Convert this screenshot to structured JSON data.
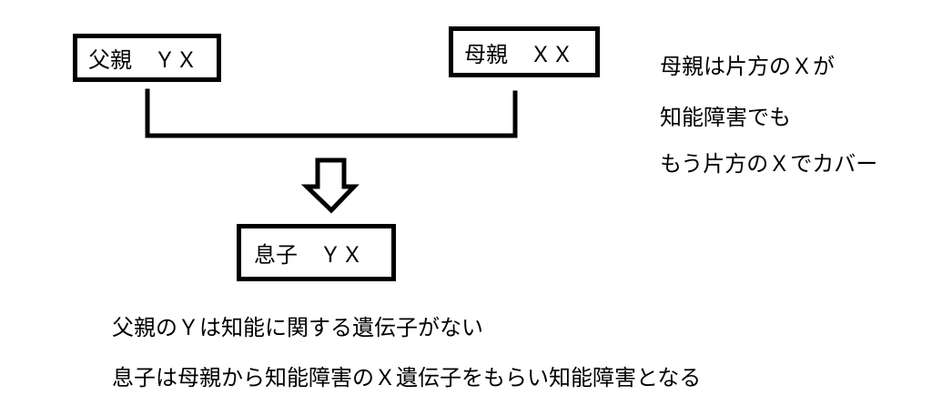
{
  "boxes": {
    "father": "父親　ＹＸ",
    "mother": "母親　ＸＸ",
    "son": "息子　ＹＸ"
  },
  "side_note": [
    "母親は片方のＸが",
    "知能障害でも",
    "もう片方のＸでカバー"
  ],
  "captions": [
    "父親のＹは知能に関する遺伝子がない",
    "息子は母親から知能障害のＸ遺伝子をもらい知能障害となる"
  ]
}
